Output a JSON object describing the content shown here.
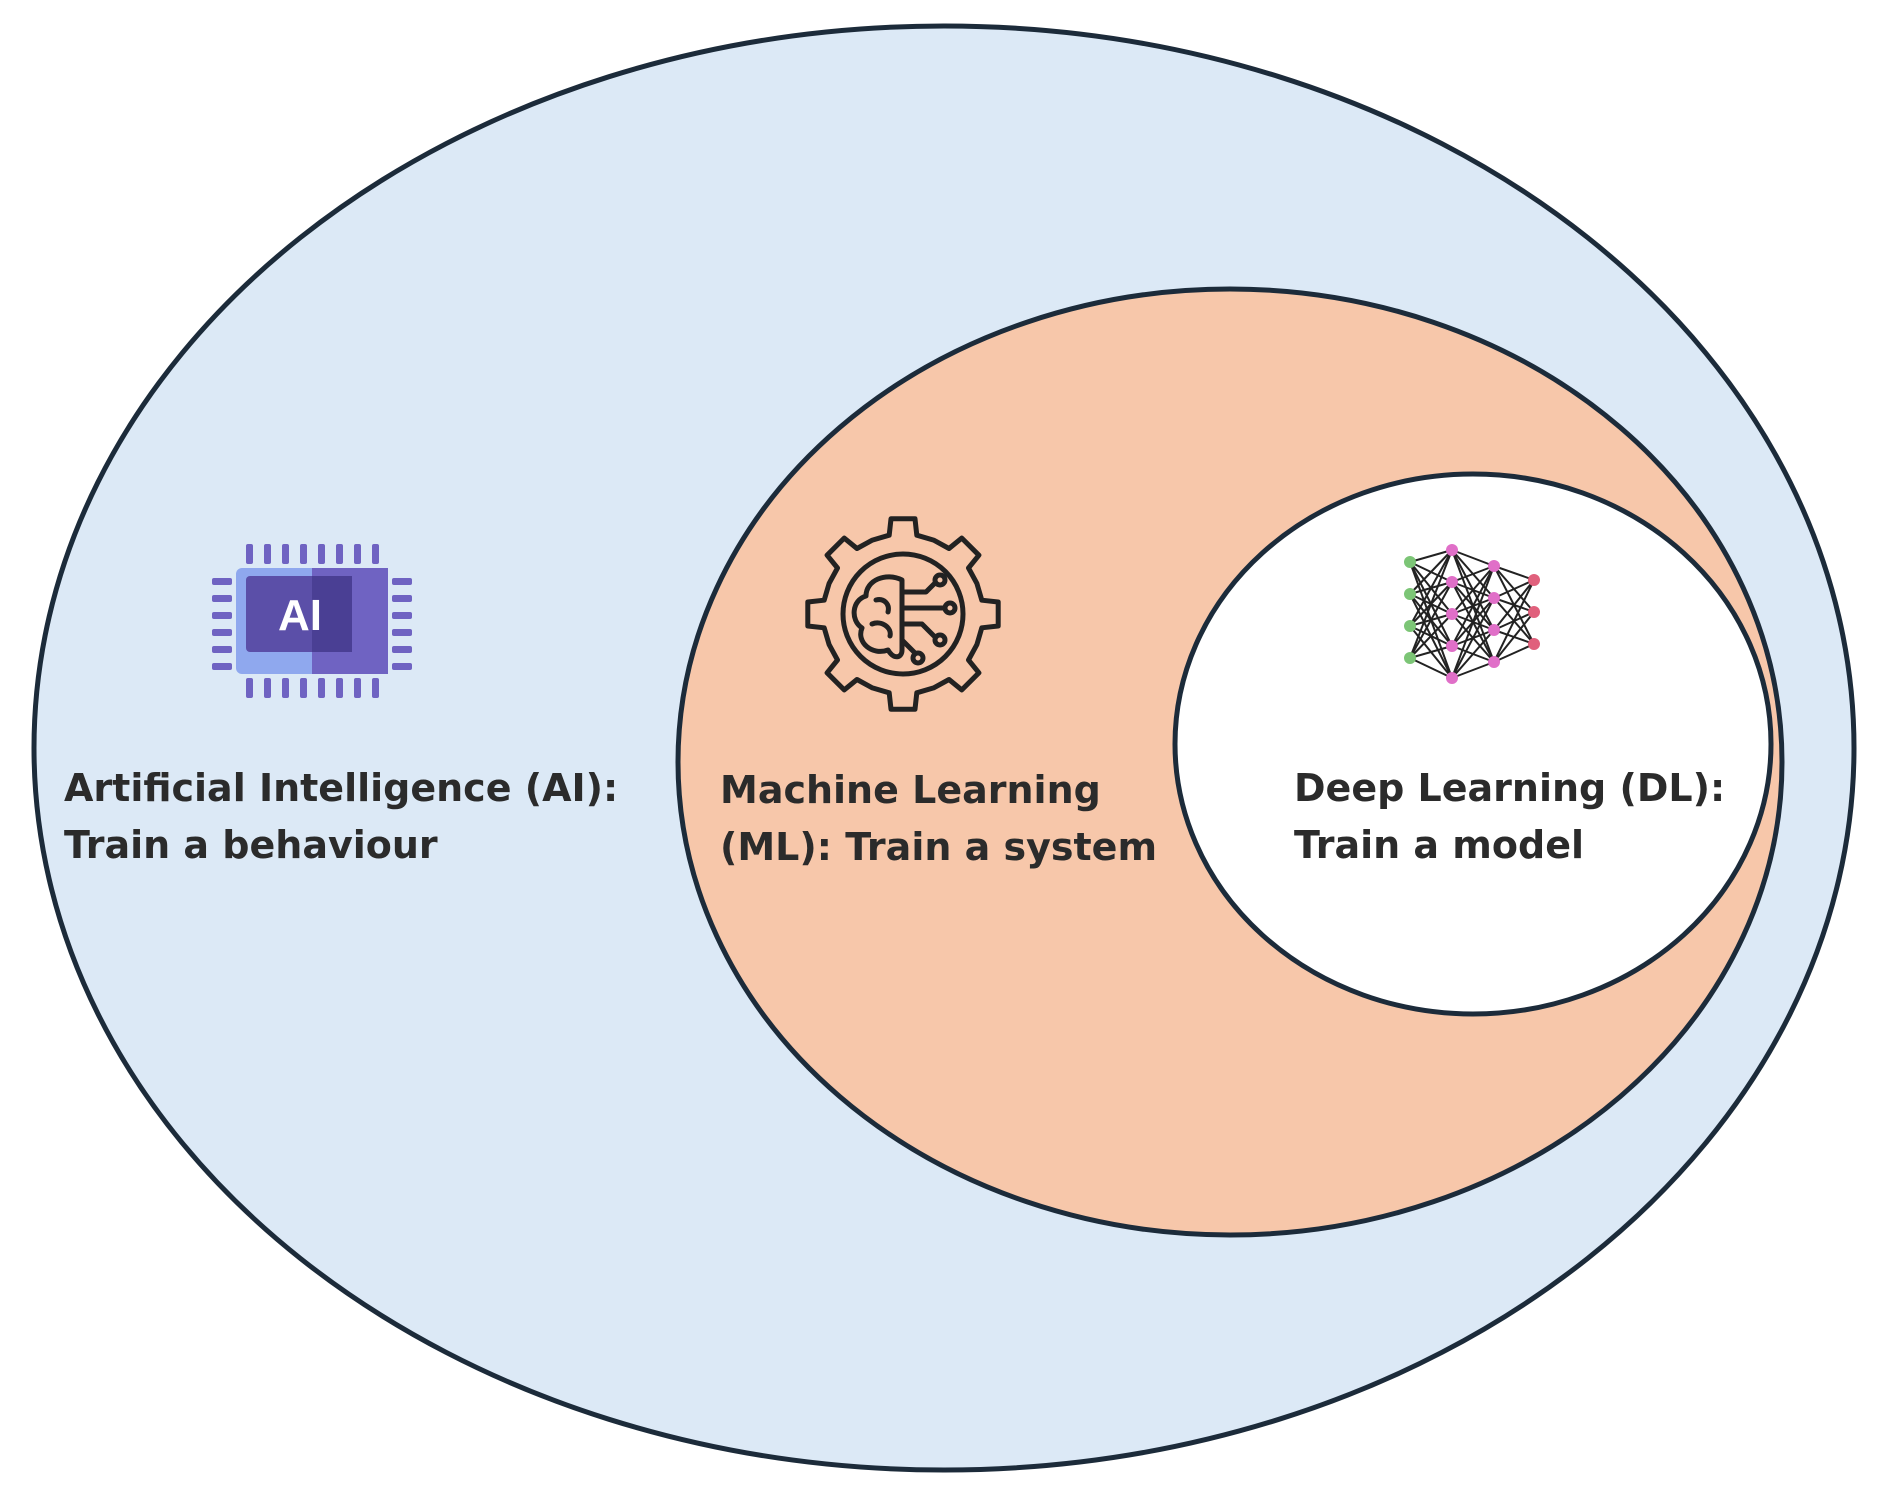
{
  "diagram": {
    "regions": [
      {
        "id": "ai",
        "label_lines": [
          "Artificial Intelligence (AI):",
          "Train a behaviour"
        ],
        "icon": "ai-chip-icon",
        "icon_text": "AI",
        "fill": "#dce9f6"
      },
      {
        "id": "ml",
        "label_lines": [
          "Machine Learning",
          "(ML): Train a system"
        ],
        "icon": "brain-gear-icon",
        "fill": "#f7c7aa"
      },
      {
        "id": "dl",
        "label_lines": [
          "Deep Learning (DL):",
          "Train a model"
        ],
        "icon": "neural-network-icon",
        "fill": "#ffffff"
      }
    ],
    "colors": {
      "outline": "#1c2b3a",
      "text": "#2b2b2b",
      "chip_dark": "#5b4fa8",
      "chip_light": "#8fa8ee",
      "chip_mid": "#6f63c2",
      "node_green": "#7cc576",
      "node_pink": "#e06fc8"
    }
  }
}
